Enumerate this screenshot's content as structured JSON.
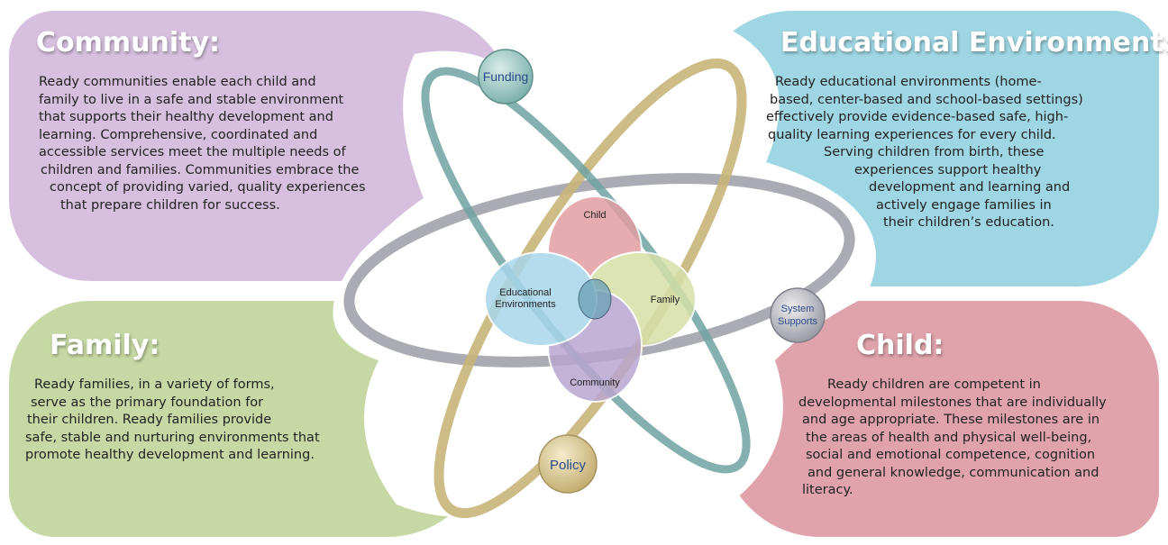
{
  "community": {
    "title": "Community:",
    "lines": [
      "Ready communities enable each child and",
      "family to live in a safe and stable environment",
      "that supports their healthy development and",
      "learning.  Comprehensive, coordinated and",
      "accessible services meet the multiple needs of",
      "children and families. Communities embrace the",
      "concept of providing varied, quality experiences",
      "that prepare children for success."
    ]
  },
  "educational": {
    "title": "Educational Environment:",
    "lines": [
      "Ready educational environments (home-",
      "based, center-based and school-based settings)",
      "effectively provide evidence-based safe, high-",
      "quality learning experiences for every child.",
      "Serving children from birth, these",
      "experiences support healthy",
      "development and learning and",
      "actively engage families in",
      "their children’s education."
    ]
  },
  "family": {
    "title": "Family:",
    "lines": [
      "Ready families, in a variety of forms,",
      "serve as the primary foundation for",
      "their children.  Ready families provide",
      "safe, stable and nurturing environments that",
      "promote healthy development and learning."
    ]
  },
  "child": {
    "title": "Child:",
    "lines": [
      "Ready children are competent in",
      "developmental milestones that are individually",
      "and age appropriate.  These milestones are in",
      "the areas of health and physical well-being,",
      "social and emotional competence, cognition",
      "and general knowledge, communication and",
      "literacy."
    ]
  },
  "diagram": {
    "circles": {
      "child": "Child",
      "family": "Family",
      "community": "Community",
      "educational_1": "Educational",
      "educational_2": "Environments"
    },
    "nodes": {
      "funding": "Funding",
      "policy": "Policy",
      "system_1": "System",
      "system_2": "Supports"
    }
  },
  "colors": {
    "community_panel": "#d7c0df",
    "educational_panel": "#9fd6e3",
    "family_panel": "#c6d9a4",
    "child_panel": "#e0a3ab",
    "child_circle": "#e39ea3",
    "family_circle": "#d6e0a8",
    "community_circle": "#b9a6cf",
    "educational_circle": "#a8d6ea",
    "orbit_teal": "#6fa3a1",
    "orbit_gold": "#c9b57a",
    "orbit_grey": "#9c9ca6"
  }
}
